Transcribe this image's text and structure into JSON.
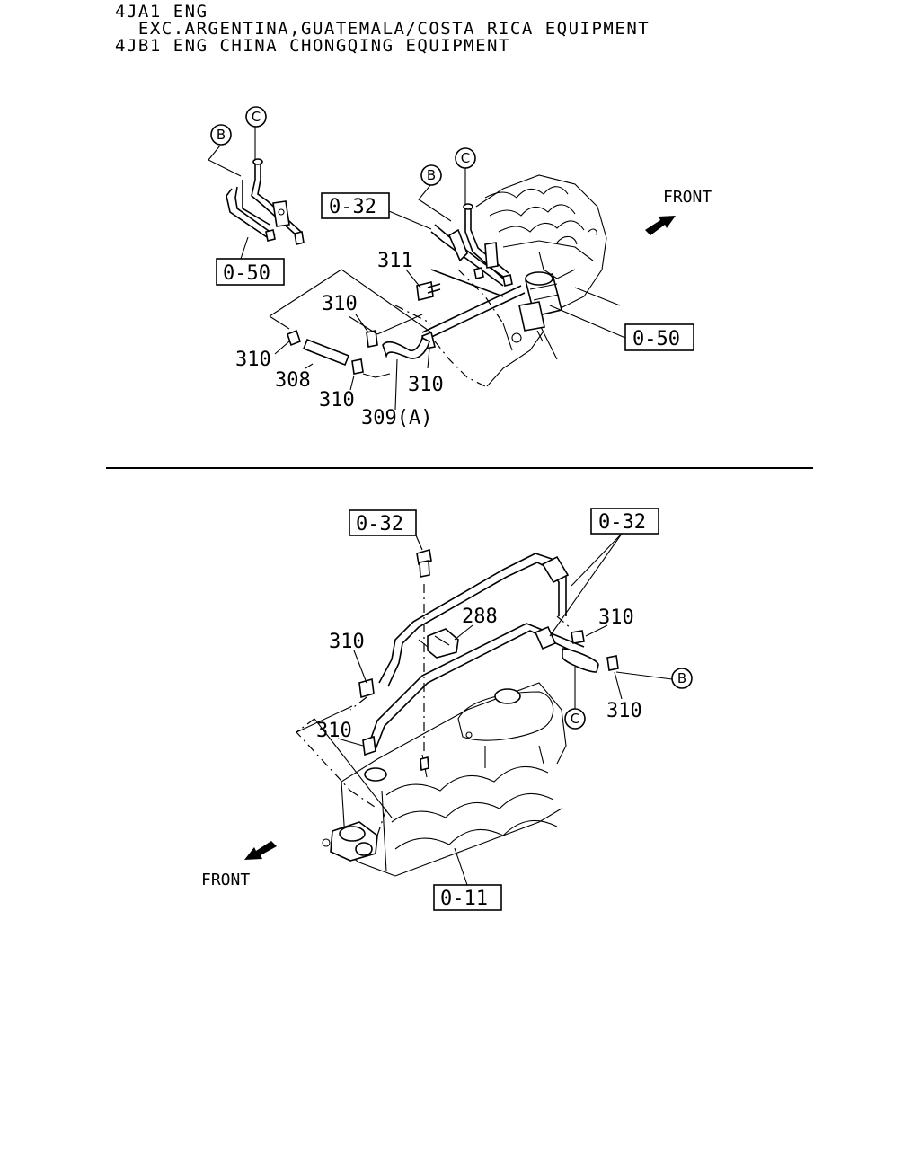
{
  "header": {
    "line1": "4JA1 ENG",
    "line2": "  EXC.ARGENTINA,GUATEMALA/COSTA RICA EQUIPMENT",
    "line3": "4JB1 ENG CHINA CHONGQING EQUIPMENT"
  },
  "top_diagram": {
    "ref_b1": "B",
    "ref_c1": "C",
    "ref_b2": "B",
    "ref_c2": "C",
    "box_032": "0-32",
    "box_050_left": "0-50",
    "box_050_right": "0-50",
    "front": "FRONT",
    "p311": "311",
    "p310_a": "310",
    "p310_b": "310",
    "p310_c": "310",
    "p310_d": "310",
    "p308": "308",
    "p309": "309(A)"
  },
  "bottom_diagram": {
    "box_032_left": "0-32",
    "box_032_right": "0-32",
    "box_011": "0-11",
    "p288": "288",
    "p310_a": "310",
    "p310_b": "310",
    "p310_c": "310",
    "p310_d": "310",
    "ref_b": "B",
    "ref_c": "C",
    "front": "FRONT"
  }
}
